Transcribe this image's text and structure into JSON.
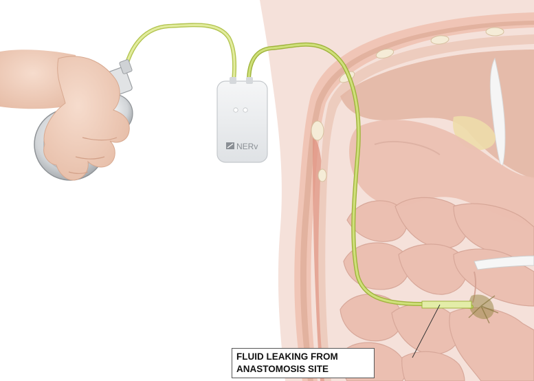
{
  "device": {
    "brand_label": "NERv",
    "brand_icon": "nerv-logo-icon"
  },
  "callout": {
    "line1": "FLUID LEAKING FROM",
    "line2": "ANASTOMOSIS SITE"
  },
  "colors": {
    "tube": "#c7d96a",
    "tube_outline": "#9fb33c",
    "tissue": "#e8b3a5",
    "bowel": "#dfa090",
    "abdominal_wall": "#d98c72",
    "device_body": "#eceef0",
    "hand": "#f1d2c0",
    "label_border": "#555555"
  }
}
